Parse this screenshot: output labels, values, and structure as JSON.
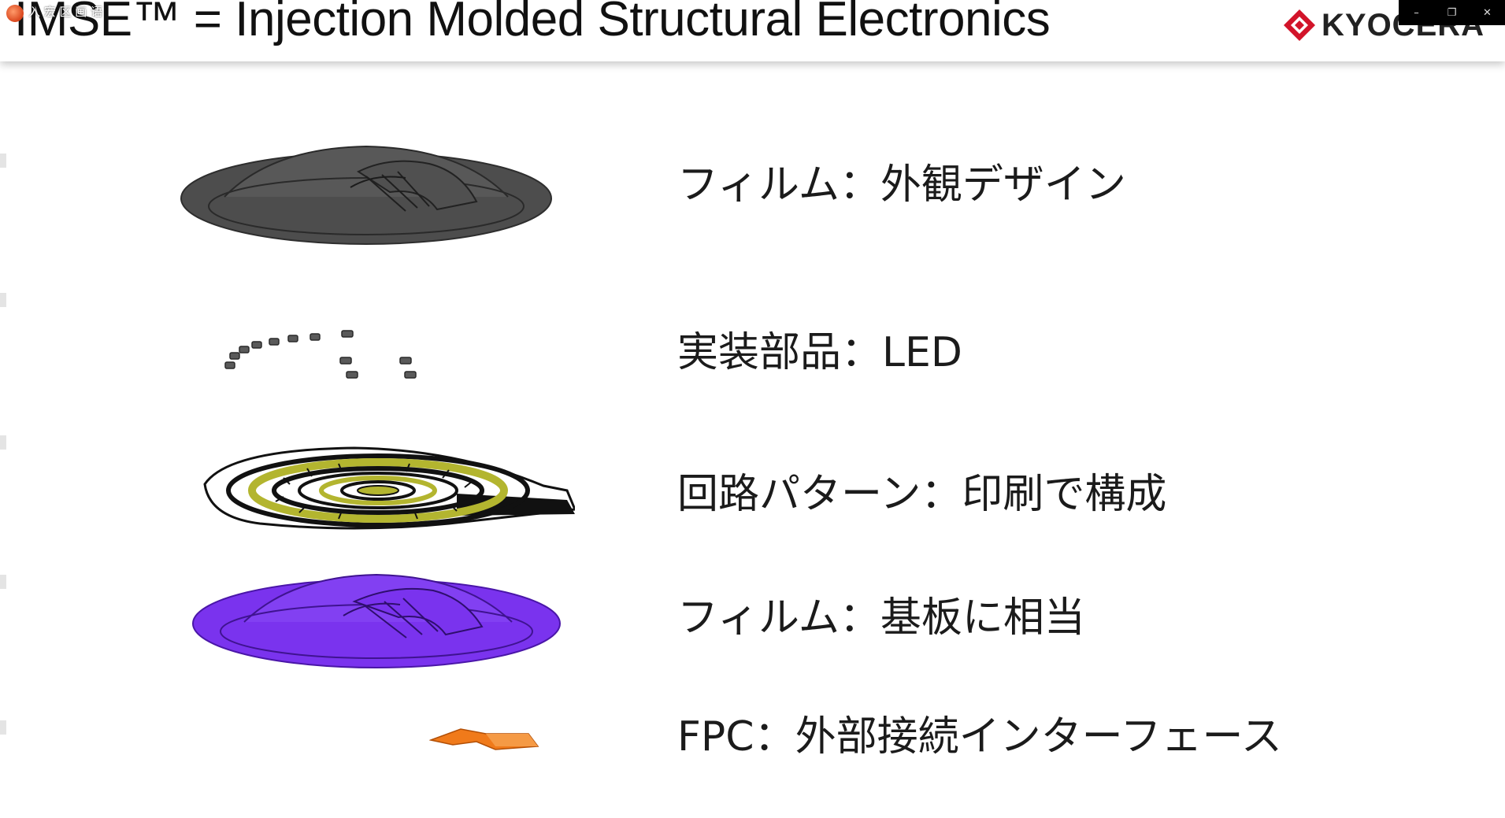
{
  "viewer": {
    "app_name": "入 宏 区 画 语"
  },
  "window_controls": {
    "minimize": "–",
    "restore": "❐",
    "close": "✕"
  },
  "slide": {
    "title": "IMSE™ = Injection Molded Structural Electronics",
    "logo_text": "KYOCERA",
    "layers": [
      {
        "label": "フィルム：外観デザイン",
        "illustration": "dark-gray-film-icon",
        "color": "#4a4a4a"
      },
      {
        "label": "実装部品：LED",
        "illustration": "led-components-icon",
        "color": "#555555"
      },
      {
        "label": "回路パターン：印刷で構成",
        "illustration": "circuit-pattern-icon",
        "color": "#b5b52e"
      },
      {
        "label": "フィルム：基板に相当",
        "illustration": "purple-substrate-film-icon",
        "color": "#7a33ee"
      },
      {
        "label": "FPC：外部接続インターフェース",
        "illustration": "fpc-connector-icon",
        "color": "#f07a1a"
      }
    ]
  }
}
